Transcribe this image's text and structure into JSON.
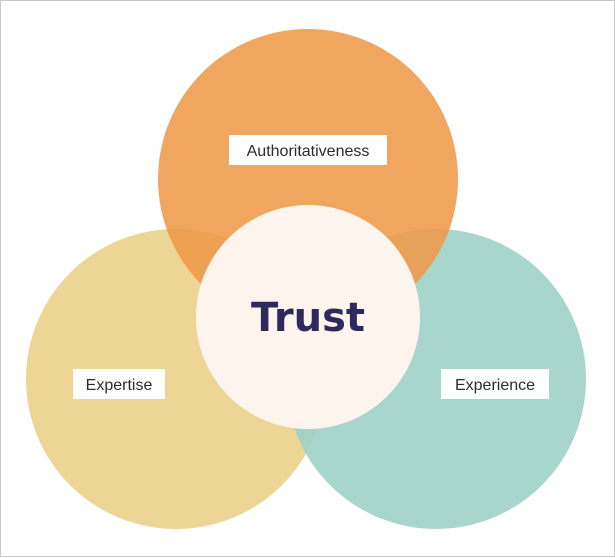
{
  "diagram": {
    "center": {
      "label": "Trust",
      "color": "#fdf4ee"
    },
    "circles": [
      {
        "key": "authoritativeness",
        "label": "Authoritativeness",
        "color": "#ef9a4a"
      },
      {
        "key": "expertise",
        "label": "Expertise",
        "color": "#edd595"
      },
      {
        "key": "experience",
        "label": "Experience",
        "color": "#9fd2c8"
      }
    ]
  }
}
